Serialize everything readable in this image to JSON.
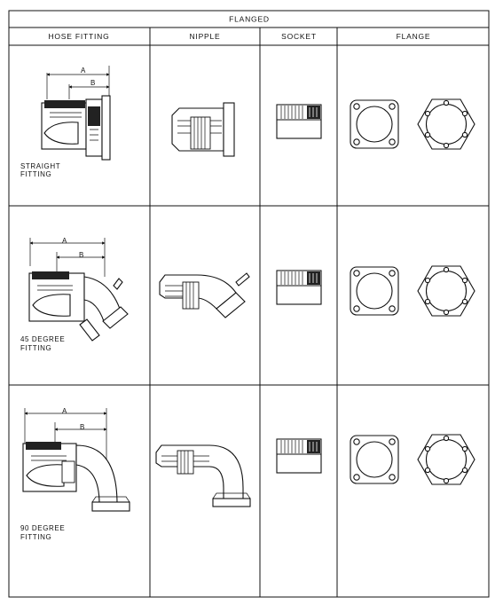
{
  "table": {
    "title": "FLANGED",
    "columns": [
      "HOSE FITTING",
      "NIPPLE",
      "SOCKET",
      "FLANGE"
    ],
    "rows": [
      {
        "caption": [
          "STRAIGHT",
          "FITTING"
        ]
      },
      {
        "caption": [
          "45 DEGREE",
          "FITTING"
        ]
      },
      {
        "caption": [
          "90 DEGREE",
          "FITTING"
        ]
      }
    ]
  },
  "dimension_labels": {
    "a": "A",
    "b": "B"
  }
}
